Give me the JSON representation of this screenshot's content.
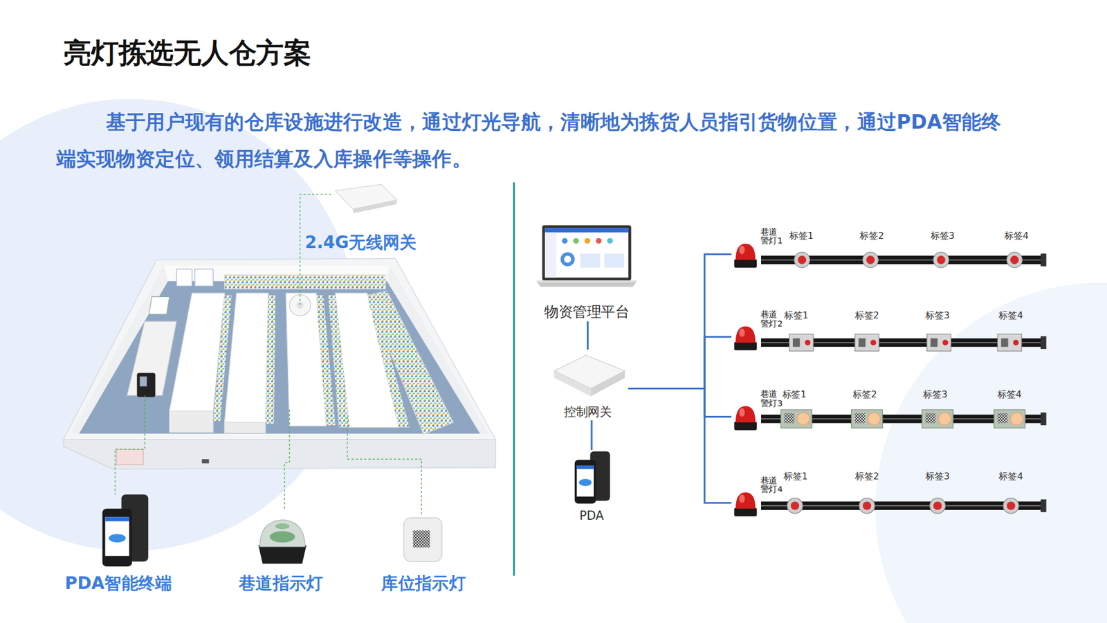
{
  "diagram": {
    "title": "亮灯拣选无人仓方案",
    "nodes": [
      {
        "text": [
          "物资管理平台"
        ]
      },
      {
        "text": [
          "控制网关"
        ]
      },
      {
        "text": [
          "PDA"
        ]
      },
      {
        "text": [
          "巷道 警灯1"
        ]
      },
      {
        "text": [
          "巷道 警灯2"
        ]
      },
      {
        "text": [
          "巷道 警灯3"
        ]
      },
      {
        "text": [
          "巷道 警灯4"
        ]
      }
    ],
    "edges": [
      {
        "from": 0,
        "to": 1,
        "arrow": "none"
      },
      {
        "from": 1,
        "to": 2,
        "arrow": "none"
      },
      {
        "from": 1,
        "to": 3,
        "arrow": "none"
      },
      {
        "from": 1,
        "to": 4,
        "arrow": "none"
      },
      {
        "from": 1,
        "to": 5,
        "arrow": "none"
      },
      {
        "from": 1,
        "to": 6,
        "arrow": "none"
      }
    ],
    "labels": [
      "基于用户现有的仓库设施进行改造，通过灯光导航，清晰地为拣货人员指引货物位置，通过PDA智能终端实现物资定位、领用结算及入库操作等操作。",
      "2.4G无线网关",
      "PDA智能终端",
      "巷道指示灯",
      "库位指示灯",
      "标签1",
      "标签2",
      "标签3",
      "标签4",
      "标签1",
      "标签2",
      "标签3",
      "标签4",
      "标签1",
      "标签2",
      "标签3",
      "标签4",
      "标签1",
      "标签2",
      "标签3",
      "标签4"
    ]
  }
}
